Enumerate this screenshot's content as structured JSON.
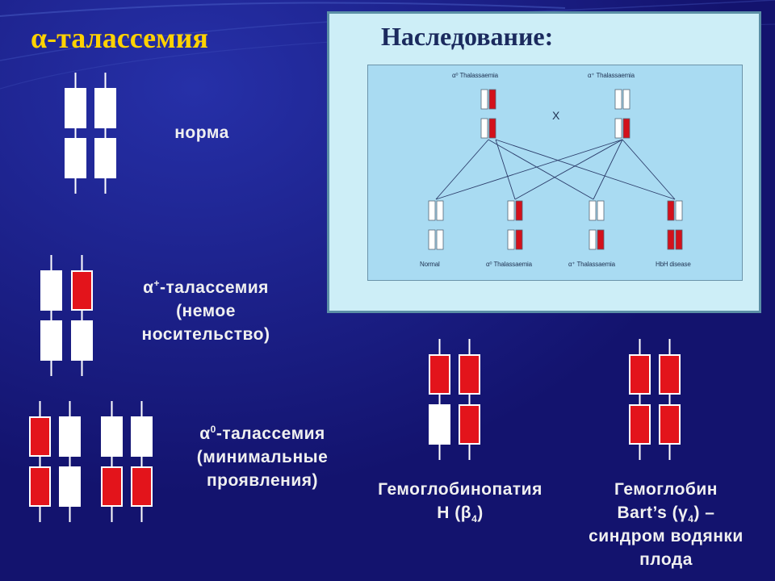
{
  "slide": {
    "title": "α-талассемия",
    "colors": {
      "background": "#13136e",
      "title": "#ffd200",
      "affected": "#e3141b",
      "normal": "#ffffff"
    }
  },
  "types": {
    "normal": {
      "label": "норма"
    },
    "alpha_plus": {
      "prefix": "α",
      "sup": "+",
      "line1": "-талассемия",
      "line2": "(немое",
      "line3": "носительство)"
    },
    "alpha_zero": {
      "prefix": "α",
      "sup": "0",
      "line1": "-талассемия",
      "line2": "(минимальные",
      "line3": "проявления)"
    },
    "hbh": {
      "line1": "Гемоглобинопатия",
      "line2a": "H (β",
      "sub": "4",
      "line2b": ")"
    },
    "barts": {
      "line1": "Гемоглобин",
      "line2a": "Bart’s (γ",
      "sub": "4",
      "line2b": ") –",
      "line3": "синдром водянки",
      "line4": "плода"
    }
  },
  "inheritance": {
    "title": "Наследование:",
    "parent_left": "α⁰ Thalassaemia",
    "parent_right": "α⁺ Thalassaemia",
    "cross": "X",
    "offspring": [
      "Normal",
      "α⁰ Thalassaemia",
      "α⁺ Thalassaemia",
      "HbH disease"
    ]
  }
}
